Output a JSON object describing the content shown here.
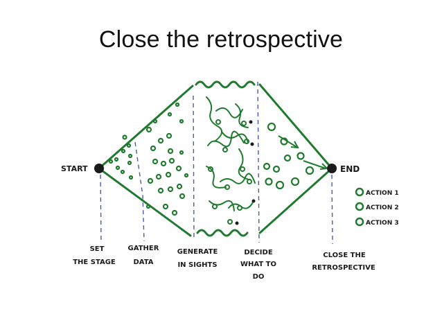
{
  "slide": {
    "title": "Close the retrospective"
  },
  "diagram": {
    "colors": {
      "ink": "#1f7a2e",
      "dashed": "#4a5aa8",
      "text": "#1a1a1a"
    },
    "start_label": "START",
    "end_label": "END",
    "phases": [
      {
        "lines": [
          "SET",
          "THE STAGE"
        ]
      },
      {
        "lines": [
          "GATHER",
          "DATA"
        ]
      },
      {
        "lines": [
          "GENERATE",
          "IN SIGHTS"
        ]
      },
      {
        "lines": [
          "DECIDE",
          "WHAT TO",
          "DO"
        ]
      },
      {
        "lines": [
          "CLOSE THE",
          "RETROSPECTIVE"
        ]
      }
    ],
    "legend": [
      "ACTION 1",
      "ACTION 2",
      "ACTION 3"
    ]
  }
}
